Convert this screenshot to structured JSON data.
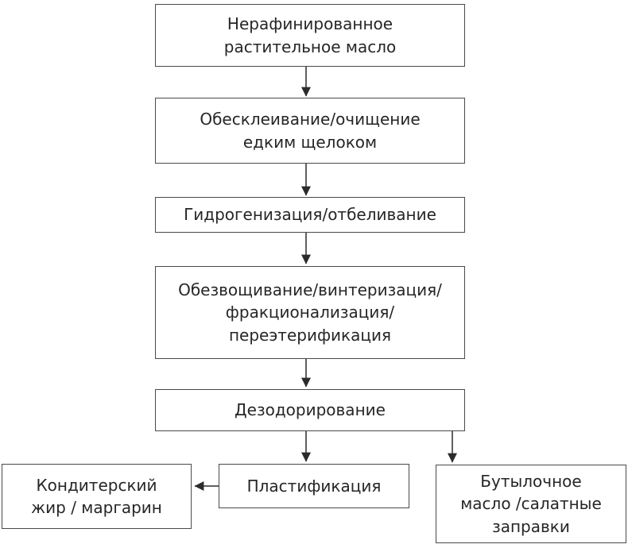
{
  "diagram": {
    "title": "",
    "type": "flowchart",
    "nodes": {
      "unrefined_oil": {
        "label": "Нерафинированное\nрастительное масло"
      },
      "degumming": {
        "label": "Обесклеивание/очищение\nедким щелоком"
      },
      "hydrogenation": {
        "label": "Гидрогенизация/отбеливание"
      },
      "dewaxing": {
        "label": "Обезвощивание/винтеризация/\nфракционализация/\nпереэтерификация"
      },
      "deodorization": {
        "label": "Дезодорирование"
      },
      "plasticization": {
        "label": "Пластификация"
      },
      "confectionery_fat": {
        "label": "Кондитерский\nжир / маргарин"
      },
      "bottled_oil": {
        "label": "Бутылочное\nмасло /салатные\nзаправки"
      }
    },
    "edges": [
      {
        "from": "unrefined_oil",
        "to": "degumming"
      },
      {
        "from": "degumming",
        "to": "hydrogenation"
      },
      {
        "from": "hydrogenation",
        "to": "dewaxing"
      },
      {
        "from": "dewaxing",
        "to": "deodorization"
      },
      {
        "from": "deodorization",
        "to": "plasticization"
      },
      {
        "from": "deodorization",
        "to": "bottled_oil"
      },
      {
        "from": "plasticization",
        "to": "confectionery_fat"
      }
    ],
    "colors": {
      "box_border": "#4a4a4a",
      "text": "#262626",
      "arrow": "#2b2b2b",
      "background": "#ffffff"
    }
  }
}
